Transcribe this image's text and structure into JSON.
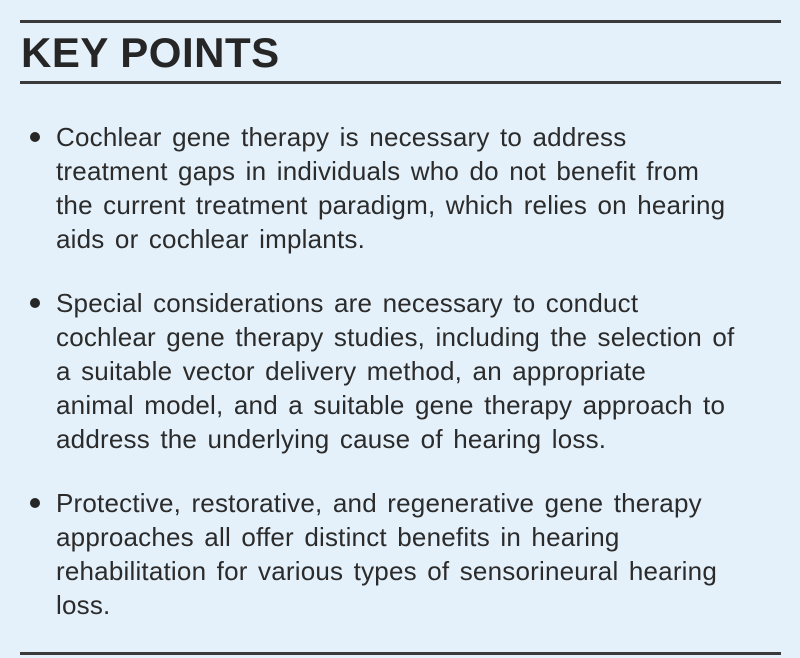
{
  "panel": {
    "title": "KEY POINTS",
    "colors": {
      "background": "#e4f1fa",
      "rule": "#3a3a3a",
      "text": "#2b2b2b"
    },
    "bullets": [
      {
        "lines": [
          "Cochlear gene therapy is necessary to address",
          "treatment gaps in individuals who do not benefit from",
          "the current treatment paradigm, which relies on hearing",
          "aids or cochlear implants."
        ]
      },
      {
        "lines": [
          "Special considerations are necessary to conduct",
          "cochlear gene therapy studies, including the selection of",
          "a suitable vector delivery method, an appropriate",
          "animal model, and a suitable gene therapy approach to",
          "address the underlying cause of hearing loss."
        ]
      },
      {
        "lines": [
          "Protective, restorative, and regenerative gene therapy",
          "approaches all offer distinct benefits in hearing",
          "rehabilitation for various types of sensorineural hearing",
          "loss."
        ]
      }
    ]
  }
}
